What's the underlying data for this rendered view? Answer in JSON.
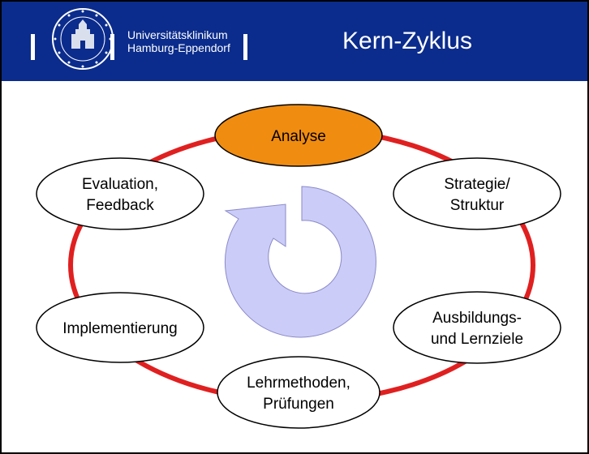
{
  "header": {
    "university_line1": "Universitätsklinikum",
    "university_line2": "Hamburg-Eppendorf",
    "title": "Kern-Zyklus",
    "bg_color": "#0b2c8c",
    "logo_icon": "university-seal-icon"
  },
  "cycle": {
    "ring_color": "#e02020",
    "center_arrow_color": "#ccccf8",
    "center_icon": "circular-arrow-icon",
    "nodes": [
      {
        "lines": [
          "Analyse"
        ],
        "highlight": true,
        "fill": "#f08c10"
      },
      {
        "lines": [
          "Strategie/",
          "Struktur"
        ]
      },
      {
        "lines": [
          "Ausbildungs-",
          "und Lernziele"
        ]
      },
      {
        "lines": [
          "Lehrmethoden,",
          "Prüfungen"
        ]
      },
      {
        "lines": [
          "Implementierung"
        ]
      },
      {
        "lines": [
          "Evaluation,",
          "Feedback"
        ]
      }
    ]
  }
}
